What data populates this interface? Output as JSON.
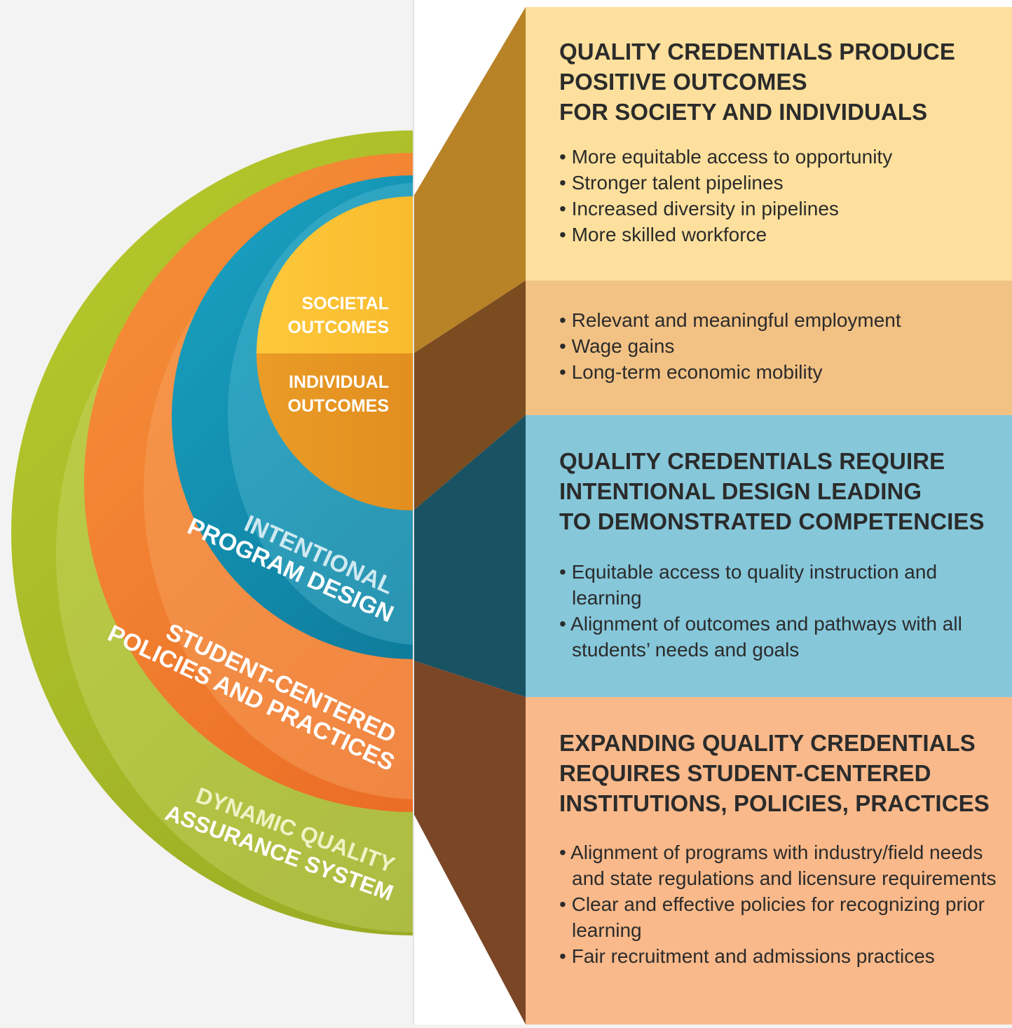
{
  "colors": {
    "page_bg": "#f3f3f3",
    "green": "#a9bd2a",
    "orange": "#f07a2e",
    "blue": "#0f93b5",
    "yellow": "#fbc034",
    "amber": "#e89420",
    "panel_yellow": "#fde09d",
    "panel_tan": "#f2c285",
    "panel_blue": "#86c7da",
    "panel_peach": "#f9b98a",
    "text": "#2b2b2b"
  },
  "diagram": {
    "center_top_label": [
      "SOCIETAL",
      "OUTCOMES"
    ],
    "center_bottom_label": [
      "INDIVIDUAL",
      "OUTCOMES"
    ],
    "ring_blue_label": [
      "INTENTIONAL",
      "PROGRAM DESIGN"
    ],
    "ring_orange_label": [
      "STUDENT-CENTERED",
      "POLICIES AND PRACTICES"
    ],
    "ring_green_label": [
      "DYNAMIC QUALITY",
      "ASSURANCE SYSTEM"
    ]
  },
  "panels": {
    "outcomes_society": {
      "heading": [
        "QUALITY CREDENTIALS PRODUCE",
        "POSITIVE OUTCOMES",
        "FOR SOCIETY AND INDIVIDUALS"
      ],
      "bullets": [
        "More equitable access to opportunity",
        "Stronger talent pipelines",
        "Increased diversity in pipelines",
        "More skilled workforce"
      ]
    },
    "outcomes_individual": {
      "bullets": [
        "Relevant and meaningful employment",
        "Wage gains",
        "Long-term economic mobility"
      ]
    },
    "program_design": {
      "heading": [
        "QUALITY CREDENTIALS REQUIRE",
        "INTENTIONAL DESIGN LEADING",
        "TO DEMONSTRATED COMPETENCIES"
      ],
      "bullets": [
        "Equitable access to quality instruction and learning",
        "Alignment of outcomes and pathways with all students’ needs and goals"
      ]
    },
    "student_centered": {
      "heading": [
        "EXPANDING QUALITY CREDENTIALS",
        "REQUIRES STUDENT-CENTERED",
        "INSTITUTIONS, POLICIES, PRACTICES"
      ],
      "bullets": [
        "Alignment of programs with industry/field needs and state regulations and licensure requirements",
        "Clear and effective policies for recognizing prior learning",
        "Fair recruitment and admissions practices"
      ]
    }
  }
}
